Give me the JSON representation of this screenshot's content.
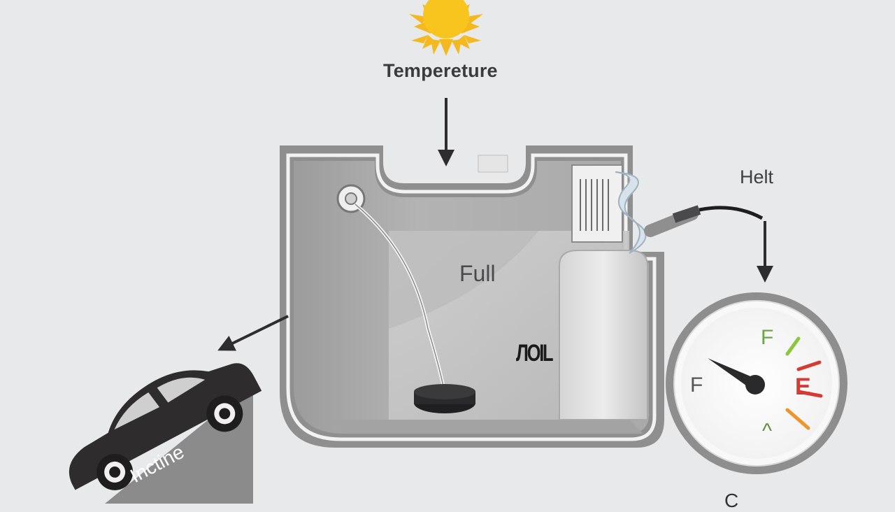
{
  "labels": {
    "temperature": "Tempereture",
    "heat": "Helt",
    "full": "Full",
    "tank_marking": "ЛОIL",
    "incline": "Inctine",
    "bottom_cut": "C"
  },
  "gauge": {
    "top_mark": "F",
    "left_mark": "F",
    "right_mark": "E",
    "bottom_mark": "^",
    "colors": {
      "green": "#8cc63f",
      "red": "#d63a35",
      "orange": "#f0932b",
      "needle": "#2a2a2c"
    }
  },
  "icons": [
    "sun-icon",
    "car-icon",
    "gauge-icon",
    "fuel-tank-icon",
    "float-sender-icon",
    "arrow-icon"
  ]
}
